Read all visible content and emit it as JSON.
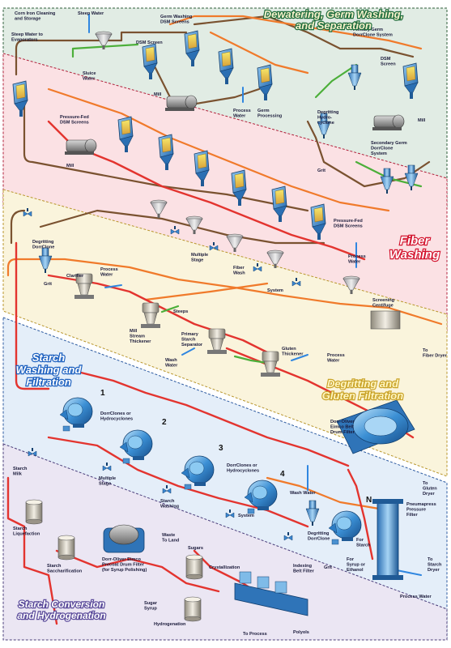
{
  "sections": [
    {
      "key": "dewatering",
      "title_lines": [
        "Dewatering, Germ Washing,",
        "and Separation"
      ],
      "fill": "#e1ece4",
      "stroke": "#2e5e3a",
      "title_color": "#f7f2cc",
      "title_stroke": "#1d6b3a"
    },
    {
      "key": "fiber",
      "title_lines": [
        "Fiber",
        "Washing"
      ],
      "fill": "#fbe1e4",
      "stroke": "#b0203a",
      "title_color": "#ffffff",
      "title_stroke": "#d3142e"
    },
    {
      "key": "degritting",
      "title_lines": [
        "Degritting and",
        "Gluten Filtration"
      ],
      "fill": "#faf4dc",
      "stroke": "#b8962c",
      "title_color": "#fff6c2",
      "title_stroke": "#c9a227"
    },
    {
      "key": "starch",
      "title_lines": [
        "Starch",
        "Washing and",
        "Filtration"
      ],
      "fill": "#e4eef9",
      "stroke": "#2c5aa0",
      "title_color": "#ffffff",
      "title_stroke": "#1b5fbf"
    },
    {
      "key": "conversion",
      "title_lines": [
        "Starch Conversion",
        "and Hydrogenation"
      ],
      "fill": "#ebe6f3",
      "stroke": "#4a3d7a",
      "title_color": "#ffffff",
      "title_stroke": "#5a4a9a"
    }
  ],
  "labels": {
    "corn_iron": [
      "Corn Iron Cleaning",
      "and Storage"
    ],
    "steep_water": [
      "Steep Water"
    ],
    "steep_evap": [
      "Steep Water to",
      "Evaporators"
    ],
    "sluice_water": [
      "Sluice",
      "Water"
    ],
    "dsm_screen_top": [
      "DSM Screen"
    ],
    "germ_washing_dsm": [
      "Germ Washing",
      "DSM Screens"
    ],
    "mill_top": [
      "Mill"
    ],
    "process_water_germ": [
      "Process",
      "Water"
    ],
    "germ_processing": [
      "Germ",
      "Processing"
    ],
    "primary_germ": [
      "Primary Germ",
      "DorrClone System"
    ],
    "dsm_screen_right": [
      "DSM",
      "Screen"
    ],
    "mill_right": [
      "Mill"
    ],
    "degritting_hydro": [
      "Degritting",
      "Hydro-",
      "cyclone"
    ],
    "secondary_germ": [
      "Secondary Germ",
      "DorrClone",
      "System"
    ],
    "grit_top": [
      "Grit"
    ],
    "pressure_fed_left": [
      "Pressure-Fed",
      "DSM Screens"
    ],
    "mill_left": [
      "Mill"
    ],
    "pressure_fed_right": [
      "Pressure-Fed",
      "DSM Screens"
    ],
    "multiple_stage_fiber": [
      "Multiple",
      "Stage"
    ],
    "fiber_wash": [
      "Fiber",
      "Wash"
    ],
    "system_fiber": [
      "System"
    ],
    "process_water_fiber": [
      "Process",
      "Water"
    ],
    "screening_centrifuge": [
      "Screening",
      "Centifuge"
    ],
    "to_fiber_dryer": [
      "To",
      "Fiber Dryer"
    ],
    "degritting_dorrclone_top": [
      "Degritting",
      "DorrClone"
    ],
    "grit_mid": [
      "Grit"
    ],
    "clarifier": [
      "Clarifier"
    ],
    "process_water_clar": [
      "Process",
      "Water"
    ],
    "steeps": [
      "Steeps"
    ],
    "mill_stream": [
      "Mill",
      "Stream",
      "Thickener"
    ],
    "primary_starch": [
      "Primary",
      "Starch",
      "Separator"
    ],
    "gluten_thickener": [
      "Gluten",
      "Thickener"
    ],
    "process_water_gluten": [
      "Process",
      "Water"
    ],
    "wash_water_mid": [
      "Wash",
      "Water"
    ],
    "dorr_oliver_belt": [
      "Dorr-Oliver",
      "Eimco Belt",
      "Drum Filter"
    ],
    "to_gluten_dryer": [
      "To",
      "Gluten",
      "Dryer"
    ],
    "dorrclones_hydro_1": [
      "DorrClones or",
      "Hydrocyclones"
    ],
    "multiple_stage_starch": [
      "Multiple",
      "Stage"
    ],
    "starch_washing": [
      "Starch",
      "Washing"
    ],
    "dorrclones_hydro_2": [
      "DorrClones or",
      "Hydrocyclones"
    ],
    "system_starch": [
      "System"
    ],
    "wash_water_low": [
      "Wash Water"
    ],
    "degritting_dorrclone_low": [
      "Degritting",
      "DorrClone"
    ],
    "grit_low": [
      "Grit"
    ],
    "for_starch": [
      "For",
      "Starch"
    ],
    "for_syrup": [
      "For",
      "Syrup or",
      "Ethanol"
    ],
    "pneumapress": [
      "Pneumapress",
      "Pressure",
      "Filter"
    ],
    "to_starch_dryer": [
      "To",
      "Starch",
      "Dryer"
    ],
    "process_water_low": [
      "Process Water"
    ],
    "starch_milk": [
      "Starch",
      "Milk"
    ],
    "starch_liquefaction": [
      "Starch",
      "Liquefaction"
    ],
    "starch_sacch": [
      "Starch",
      "Saccharification"
    ],
    "dorr_precoat": [
      "Dorr-Oliver Eimco",
      "Precoat Drum Filter",
      "(for Syrup Polishing)"
    ],
    "waste_to_land": [
      "Waste",
      "To Land"
    ],
    "sugars": [
      "Sugars"
    ],
    "crystallization": [
      "Crystallization"
    ],
    "sugar_syrup": [
      "Sugar",
      "Syrup"
    ],
    "hydrogenation": [
      "Hydrogenation"
    ],
    "indexing_belt": [
      "Indexing",
      "Belt Filter"
    ],
    "to_process": [
      "To Process"
    ],
    "polyols": [
      "Polyols"
    ]
  },
  "stage_numbers": [
    "1",
    "2",
    "3",
    "4",
    "N"
  ],
  "stream_colors": {
    "starch": "#e3342f",
    "fiber": "#f07a2b",
    "water": "#2f86e0",
    "germ": "#7a5230",
    "green": "#4caf3a"
  }
}
